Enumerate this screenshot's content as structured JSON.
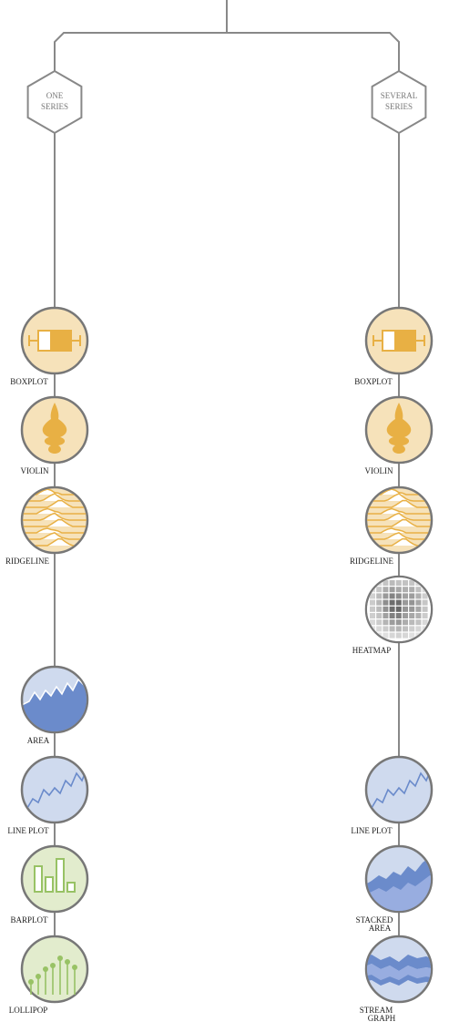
{
  "tree": {
    "branches": [
      {
        "title": [
          "ONE",
          "SERIES"
        ],
        "nodes": [
          {
            "label": [
              "BOXPLOT"
            ],
            "icon": "boxplot-icon"
          },
          {
            "label": [
              "VIOLIN"
            ],
            "icon": "violin-icon"
          },
          {
            "label": [
              "RIDGELINE"
            ],
            "icon": "ridgeline-icon"
          },
          {
            "label": [
              "AREA"
            ],
            "icon": "area-icon"
          },
          {
            "label": [
              "LINE PLOT"
            ],
            "icon": "lineplot-icon"
          },
          {
            "label": [
              "BARPLOT"
            ],
            "icon": "barplot-icon"
          },
          {
            "label": [
              "LOLLIPOP"
            ],
            "icon": "lollipop-icon"
          }
        ]
      },
      {
        "title": [
          "SEVERAL",
          "SERIES"
        ],
        "nodes": [
          {
            "label": [
              "BOXPLOT"
            ],
            "icon": "boxplot-icon"
          },
          {
            "label": [
              "VIOLIN"
            ],
            "icon": "violin-icon"
          },
          {
            "label": [
              "RIDGELINE"
            ],
            "icon": "ridgeline-icon"
          },
          {
            "label": [
              "HEATMAP"
            ],
            "icon": "heatmap-icon"
          },
          {
            "label": [
              "LINE PLOT"
            ],
            "icon": "lineplot-icon"
          },
          {
            "label": [
              "STACKED",
              "AREA"
            ],
            "icon": "stacked-area-icon"
          },
          {
            "label": [
              "STREAM",
              "GRAPH"
            ],
            "icon": "streamgraph-icon"
          }
        ]
      }
    ]
  },
  "colors": {
    "line": "#888888",
    "circle_stroke": "#777777",
    "orange_fill": "#f6e2ba",
    "orange_accent": "#e8b044",
    "blue_fill": "#cfdaee",
    "blue_accent": "#6b8bcb",
    "green_fill": "#e2eccd",
    "green_accent": "#98c265"
  }
}
